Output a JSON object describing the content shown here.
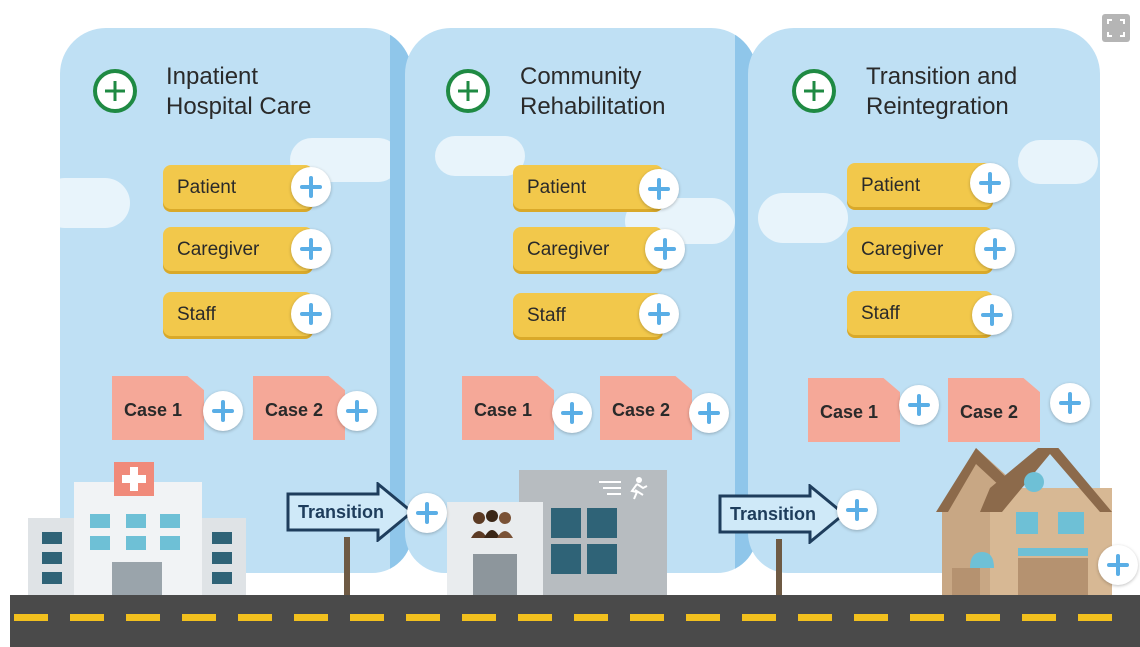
{
  "stages": [
    {
      "title_line1": "Inpatient",
      "title_line2": "Hospital Care",
      "roles": [
        "Patient",
        "Caregiver",
        "Staff"
      ],
      "cases": [
        "Case 1",
        "Case 2"
      ]
    },
    {
      "title_line1": "Community",
      "title_line2": "Rehabilitation",
      "roles": [
        "Patient",
        "Caregiver",
        "Staff"
      ],
      "cases": [
        "Case 1",
        "Case 2"
      ]
    },
    {
      "title_line1": "Transition and",
      "title_line2": "Reintegration",
      "roles": [
        "Patient",
        "Caregiver",
        "Staff"
      ],
      "cases": [
        "Case 1",
        "Case 2"
      ]
    }
  ],
  "signs": [
    "Transition",
    "Transition"
  ],
  "icons": {
    "stage": "green-plus-circle-icon",
    "add": "blue-plus-icon",
    "fullscreen": "fullscreen-icon",
    "hospital": "hospital-building",
    "community": "community-center-building",
    "house": "house-building"
  },
  "colors": {
    "panel": "#bfe0f4",
    "tag": "#f2c84b",
    "case": "#f5a898",
    "accent_green": "#1f8a43",
    "plus_blue": "#5aaee6",
    "road": "#4a4a4a",
    "road_line": "#f2c01e"
  }
}
